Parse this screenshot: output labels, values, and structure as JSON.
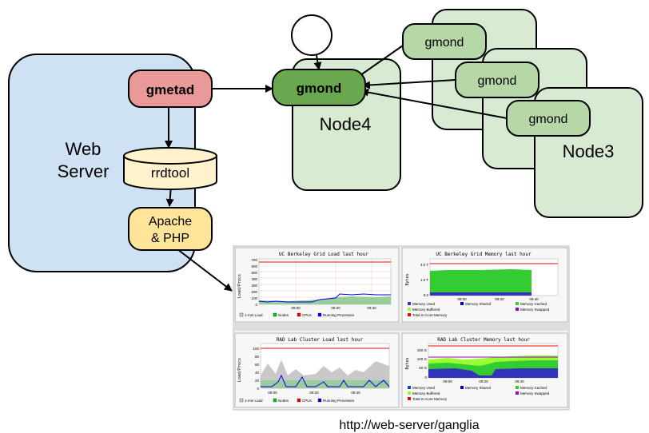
{
  "web_server": {
    "label_line1": "Web",
    "label_line2": "Server"
  },
  "gmetad": {
    "label": "gmetad"
  },
  "rrdtool": {
    "label": "rrdtool"
  },
  "apache": {
    "line1": "Apache",
    "line2": "& PHP"
  },
  "gmond_main": {
    "label": "gmond"
  },
  "node4": {
    "label": "Node4"
  },
  "node3": {
    "label": "Node3"
  },
  "gmond_peers": [
    {
      "label": "gmond"
    },
    {
      "label": "gmond"
    },
    {
      "label": "gmond"
    }
  ],
  "url": {
    "text": "http://web-server/ganglia"
  },
  "colors": {
    "web_server_fill": "#cfe2f3",
    "gmetad_fill": "#ea9999",
    "rrdtool_fill": "#fff2cc",
    "apache_fill": "#ffe599",
    "gmond_main_fill": "#6aa84f",
    "node_fill": "#d9ead3",
    "gmond_peer_fill": "#b6d7a8"
  },
  "dashboard": {
    "panels": [
      {
        "title": "UC Berkeley Grid Load last hour",
        "ylabel": "Load/Procs",
        "yticks": [
          "700",
          "600",
          "500",
          "400",
          "300",
          "200",
          "100",
          "0"
        ],
        "xticks": [
          "09:00",
          "09:20",
          "09:40"
        ],
        "legend": [
          {
            "label": "1-min Load",
            "color": "#cccccc"
          },
          {
            "label": "Nodes",
            "color": "#00cc00"
          },
          {
            "label": "CPUs",
            "color": "#ff0000"
          },
          {
            "label": "Running Processes",
            "color": "#0000ff"
          }
        ]
      },
      {
        "title": "UC Berkeley Grid Memory last hour",
        "ylabel": "Bytes",
        "yticks": [
          "3.0 T",
          "1.0 T",
          "0.0"
        ],
        "xticks": [
          "09:00",
          "09:20",
          "09:40"
        ],
        "legend": [
          {
            "label": "Memory Used",
            "color": "#3333bb"
          },
          {
            "label": "Memory Shared",
            "color": "#0000aa"
          },
          {
            "label": "Memory Cached",
            "color": "#33cc33"
          },
          {
            "label": "Memory Buffered",
            "color": "#99ff33"
          },
          {
            "label": "Memory Swapped",
            "color": "#9900cc"
          },
          {
            "label": "Total In-Core Memory",
            "color": "#ff0000"
          }
        ]
      },
      {
        "title": "RAD Lab Cluster Load last hour",
        "ylabel": "Load/Procs",
        "yticks": [
          "100",
          "80",
          "60",
          "40",
          "20",
          "0"
        ],
        "xticks": [
          "09:00",
          "09:20",
          "09:40"
        ],
        "legend": [
          {
            "label": "1-min Load",
            "color": "#cccccc"
          },
          {
            "label": "Nodes",
            "color": "#00cc00"
          },
          {
            "label": "CPUs",
            "color": "#ff0000"
          },
          {
            "label": "Running Processes",
            "color": "#0000ff"
          }
        ]
      },
      {
        "title": "RAD Lab Cluster Memory last hour",
        "ylabel": "Bytes",
        "yticks": [
          "150 G",
          "100 G",
          "50 G",
          "0"
        ],
        "xticks": [
          "09:00",
          "09:20",
          "09:40"
        ],
        "legend": [
          {
            "label": "Memory Used",
            "color": "#3333bb"
          },
          {
            "label": "Memory Shared",
            "color": "#0000aa"
          },
          {
            "label": "Memory Cached",
            "color": "#33cc33"
          },
          {
            "label": "Memory Buffered",
            "color": "#99ff33"
          },
          {
            "label": "Memory Swapped",
            "color": "#9900cc"
          },
          {
            "label": "Total In-Core Memory",
            "color": "#ff0000"
          }
        ]
      }
    ]
  }
}
